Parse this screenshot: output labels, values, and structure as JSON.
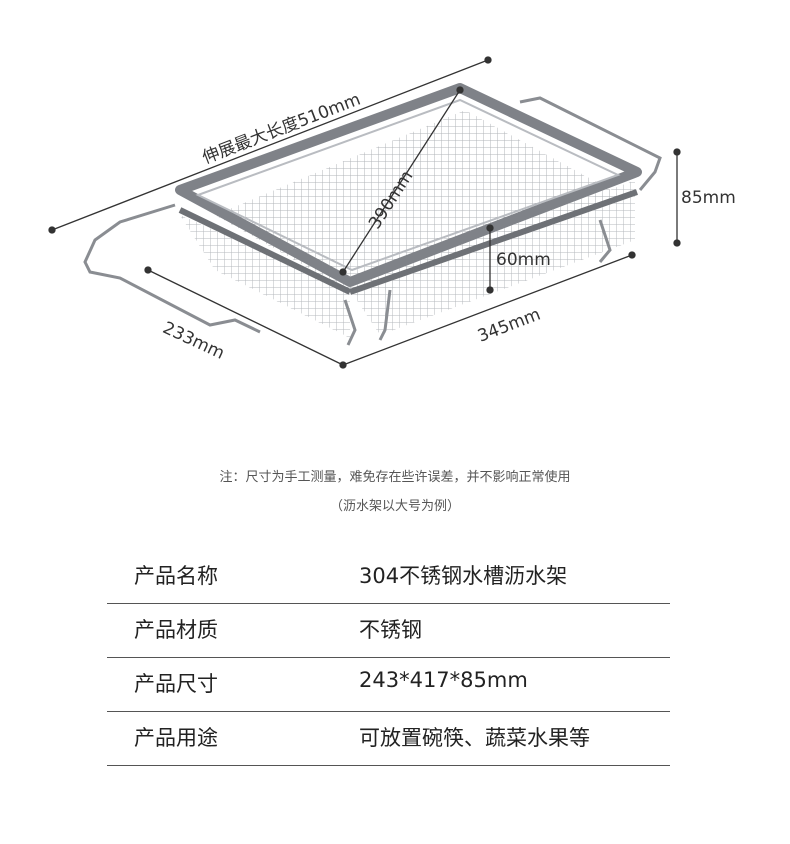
{
  "dimensions": {
    "extended_max_length": "伸展最大长度510mm",
    "diagonal": "390mm",
    "height_total": "85mm",
    "height_basket": "60mm",
    "width": "233mm",
    "length": "345mm"
  },
  "notes": {
    "line1": "注：尺寸为手工测量，难免存在些许误差，并不影响正常使用",
    "line2": "（沥水架以大号为例）"
  },
  "specs": [
    {
      "label": "产品名称",
      "value": "304不锈钢水槽沥水架"
    },
    {
      "label": "产品材质",
      "value": "不锈钢"
    },
    {
      "label": "产品尺寸",
      "value": "243*417*85mm"
    },
    {
      "label": "产品用途",
      "value": "可放置碗筷、蔬菜水果等"
    }
  ],
  "colors": {
    "frame": "#7f8288",
    "mesh": "#a9acb1",
    "dimension_line": "#333333"
  }
}
